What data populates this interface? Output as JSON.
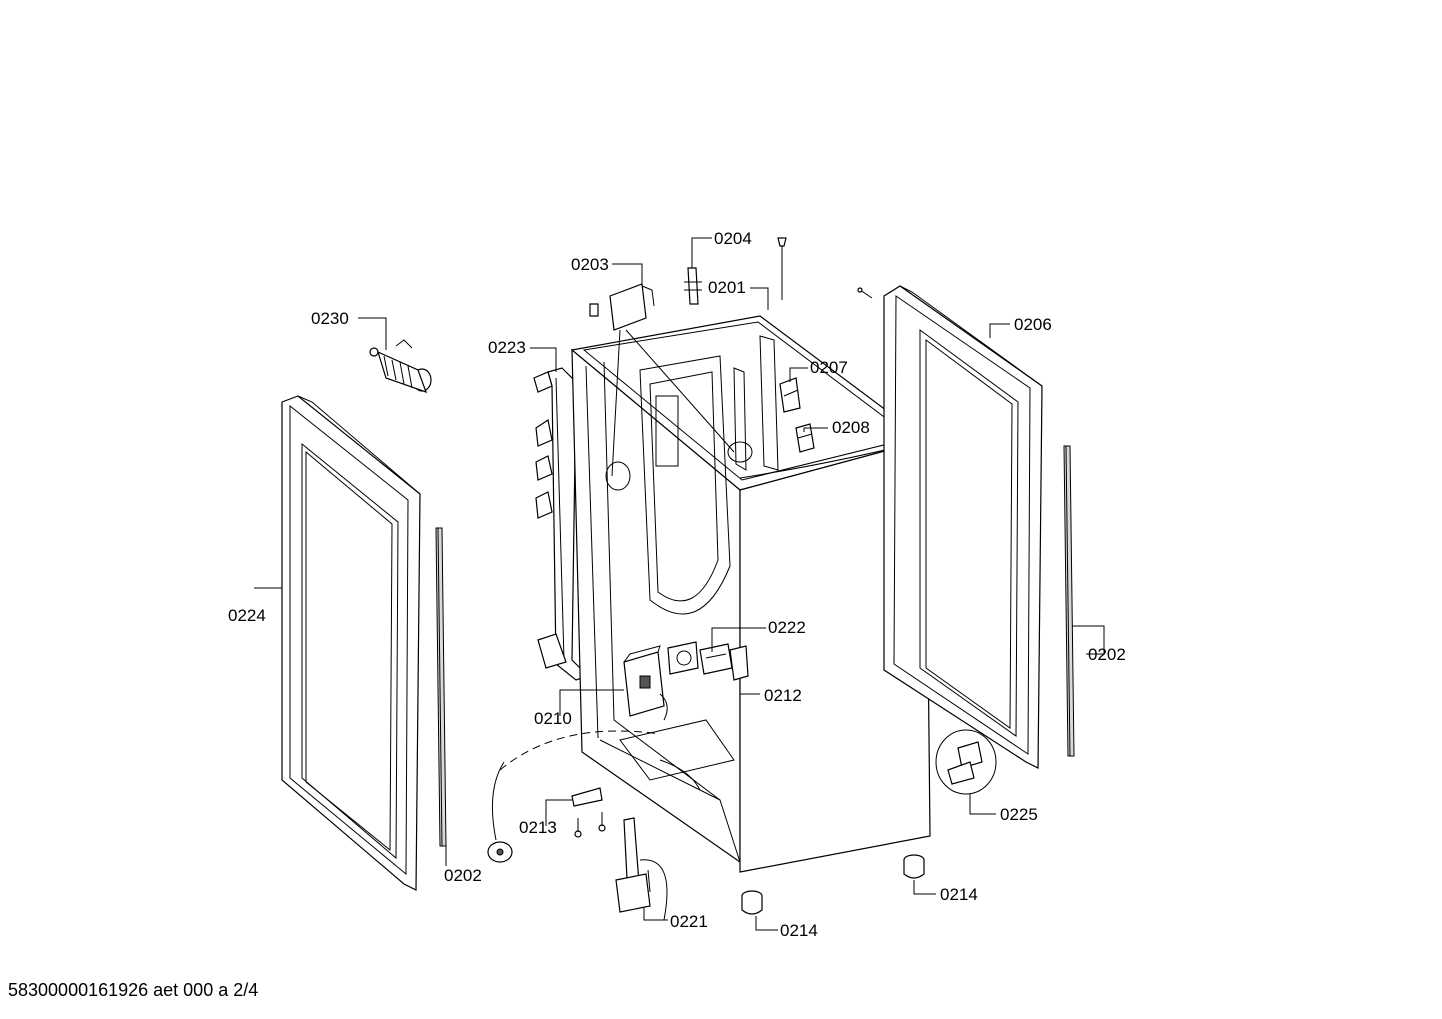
{
  "document_id": "58300000161926 aet 000 a 2/4",
  "callouts": [
    {
      "id": "c0201",
      "number": "0201"
    },
    {
      "id": "c0202a",
      "number": "0202"
    },
    {
      "id": "c0202b",
      "number": "0202"
    },
    {
      "id": "c0203",
      "number": "0203"
    },
    {
      "id": "c0204",
      "number": "0204"
    },
    {
      "id": "c0206",
      "number": "0206"
    },
    {
      "id": "c0207",
      "number": "0207"
    },
    {
      "id": "c0208",
      "number": "0208"
    },
    {
      "id": "c0210",
      "number": "0210"
    },
    {
      "id": "c0212",
      "number": "0212"
    },
    {
      "id": "c0213",
      "number": "0213"
    },
    {
      "id": "c0214a",
      "number": "0214"
    },
    {
      "id": "c0214b",
      "number": "0214"
    },
    {
      "id": "c0221",
      "number": "0221"
    },
    {
      "id": "c0222",
      "number": "0222"
    },
    {
      "id": "c0223",
      "number": "0223"
    },
    {
      "id": "c0224",
      "number": "0224"
    },
    {
      "id": "c0225",
      "number": "0225"
    },
    {
      "id": "c0230",
      "number": "0230"
    }
  ]
}
